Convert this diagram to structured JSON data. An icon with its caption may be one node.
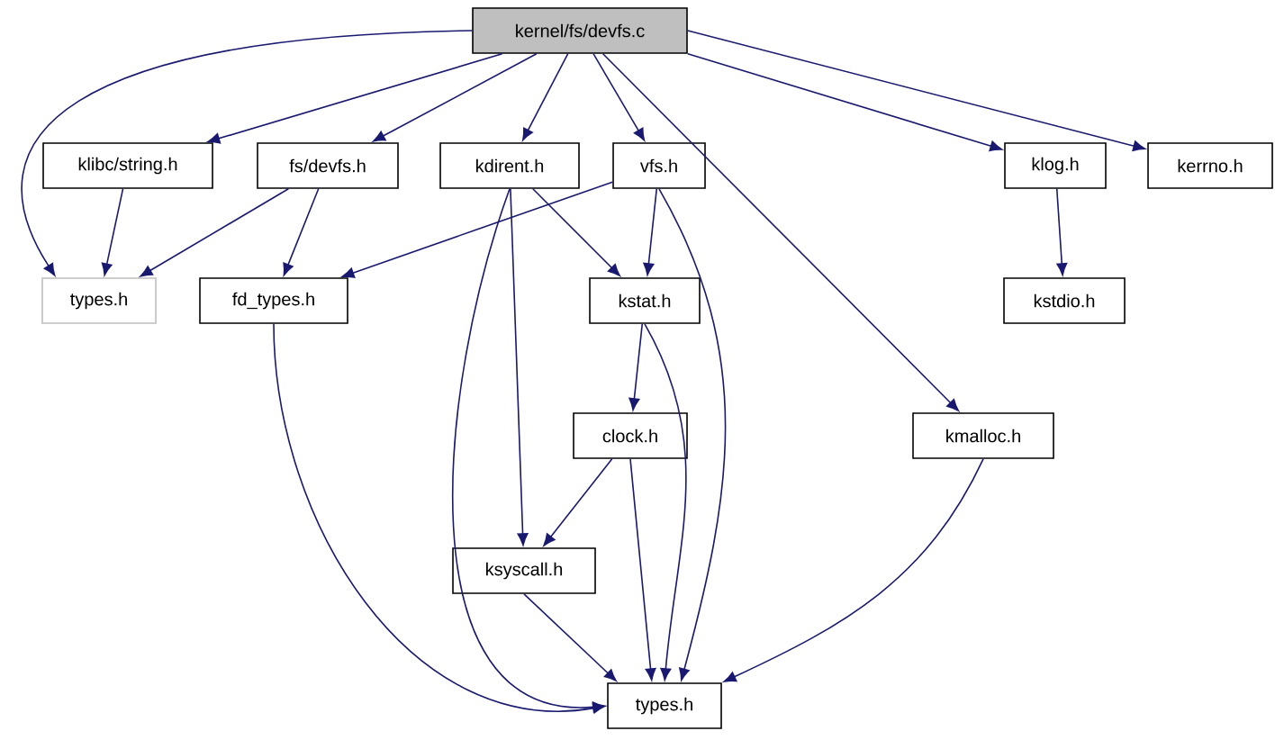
{
  "diagram": {
    "nodes": [
      {
        "text": [
          "kernel/fs/devfs.c"
        ]
      },
      {
        "text": [
          "klibc/string.h"
        ]
      },
      {
        "text": [
          "fs/devfs.h"
        ]
      },
      {
        "text": [
          "kdirent.h"
        ]
      },
      {
        "text": [
          "vfs.h"
        ]
      },
      {
        "text": [
          "klog.h"
        ]
      },
      {
        "text": [
          "kerrno.h"
        ]
      },
      {
        "text": [
          "types.h"
        ]
      },
      {
        "text": [
          "fd_types.h"
        ]
      },
      {
        "text": [
          "kstat.h"
        ]
      },
      {
        "text": [
          "kstdio.h"
        ]
      },
      {
        "text": [
          "clock.h"
        ]
      },
      {
        "text": [
          "kmalloc.h"
        ]
      },
      {
        "text": [
          "ksyscall.h"
        ]
      },
      {
        "text": [
          "types.h"
        ]
      }
    ],
    "edges": [
      {
        "from": 0,
        "to": 7,
        "arrow": "to"
      },
      {
        "from": 0,
        "to": 1,
        "arrow": "to"
      },
      {
        "from": 0,
        "to": 2,
        "arrow": "to"
      },
      {
        "from": 0,
        "to": 3,
        "arrow": "to"
      },
      {
        "from": 0,
        "to": 4,
        "arrow": "to"
      },
      {
        "from": 0,
        "to": 12,
        "arrow": "to"
      },
      {
        "from": 0,
        "to": 5,
        "arrow": "to"
      },
      {
        "from": 0,
        "to": 6,
        "arrow": "to"
      },
      {
        "from": 1,
        "to": 7,
        "arrow": "to"
      },
      {
        "from": 2,
        "to": 7,
        "arrow": "to"
      },
      {
        "from": 2,
        "to": 8,
        "arrow": "to"
      },
      {
        "from": 4,
        "to": 8,
        "arrow": "to"
      },
      {
        "from": 3,
        "to": 9,
        "arrow": "to"
      },
      {
        "from": 4,
        "to": 9,
        "arrow": "to"
      },
      {
        "from": 3,
        "to": 14,
        "arrow": "to"
      },
      {
        "from": 3,
        "to": 13,
        "arrow": "to"
      },
      {
        "from": 4,
        "to": 14,
        "arrow": "to"
      },
      {
        "from": 5,
        "to": 10,
        "arrow": "to"
      },
      {
        "from": 9,
        "to": 11,
        "arrow": "to"
      },
      {
        "from": 9,
        "to": 14,
        "arrow": "to"
      },
      {
        "from": 11,
        "to": 13,
        "arrow": "to"
      },
      {
        "from": 11,
        "to": 14,
        "arrow": "to"
      },
      {
        "from": 13,
        "to": 14,
        "arrow": "to"
      },
      {
        "from": 8,
        "to": 14,
        "arrow": "to"
      },
      {
        "from": 12,
        "to": 14,
        "arrow": "to"
      }
    ]
  }
}
